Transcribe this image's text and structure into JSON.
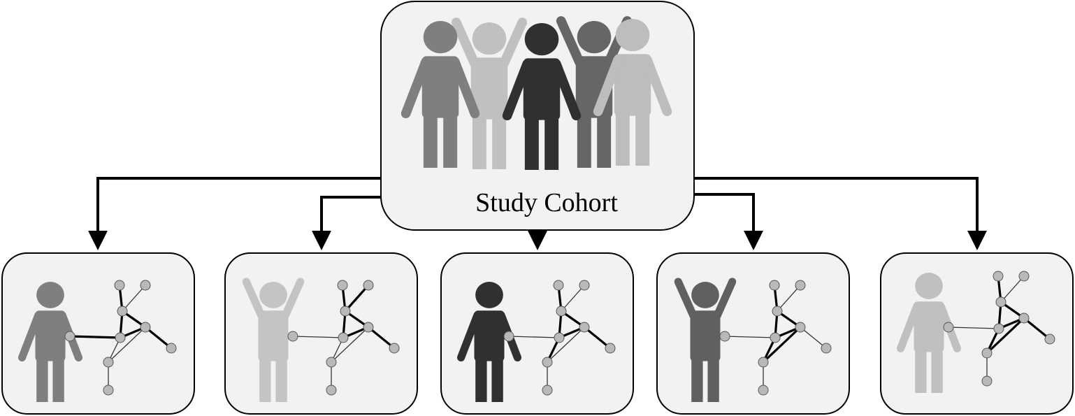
{
  "cohort": {
    "label": "Study Cohort",
    "people_colors": [
      "#7f7f7f",
      "#c0c0c0",
      "#303030",
      "#666666",
      "#bdbdbd"
    ]
  },
  "subjects": [
    {
      "color": "#7f7f7f",
      "pose": "arms-down"
    },
    {
      "color": "#c4c4c4",
      "pose": "arms-up"
    },
    {
      "color": "#303030",
      "pose": "arms-down"
    },
    {
      "color": "#606060",
      "pose": "arms-up"
    },
    {
      "color": "#c0c0c0",
      "pose": "arms-down"
    }
  ],
  "colors": {
    "box_fill": "#f2f2f2",
    "box_stroke": "#000000",
    "node_fill": "#b9b9b9",
    "edge": "#000000"
  }
}
